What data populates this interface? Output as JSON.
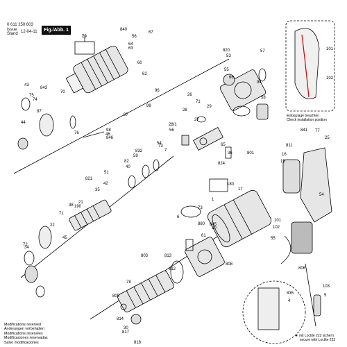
{
  "header": {
    "part_number": "0 611 250 603",
    "issue_label": "Issue",
    "stand_label": "Stand",
    "date": "12-04-11",
    "figure_label": "Fig./Abb. 1"
  },
  "callouts": [
    "10",
    "840",
    "56",
    "67",
    "64",
    "63",
    "60",
    "62",
    "43",
    "843",
    "70",
    "96",
    "75",
    "74",
    "87",
    "44",
    "99",
    "97",
    "98",
    "46",
    "846",
    "76",
    "820",
    "53",
    "57",
    "55",
    "94",
    "66",
    "58",
    "26",
    "71",
    "28",
    "29",
    "28/1",
    "27",
    "56",
    "65",
    "36",
    "824",
    "73",
    "832",
    "59",
    "82",
    "40",
    "54",
    "7",
    "801",
    "811",
    "16",
    "15",
    "841",
    "77",
    "25",
    "51",
    "821",
    "42",
    "35",
    "38",
    "71",
    "22",
    "45",
    "6",
    "1",
    "21",
    "190",
    "180",
    "17",
    "73",
    "101",
    "102",
    "72",
    "34",
    "806",
    "55",
    "845",
    "880",
    "813",
    "803",
    "812",
    "30",
    "808",
    "61",
    "54",
    "78",
    "835",
    "4",
    "103",
    "5",
    "805",
    "814",
    "30",
    "817",
    "818",
    "79"
  ],
  "inset_top": {
    "numbers": [
      "101",
      "102"
    ],
    "caption_line1": "Einbaulage beachten",
    "caption_line2": "Check installation position"
  },
  "inset_bottom": {
    "loctite_line1": "★ mit Loctite 222 sichern",
    "loctite_line2": "secure with Loctite 222"
  },
  "footer": {
    "lines": [
      "Modifications reserved",
      "Änderungen vorbehalten",
      "Modifications réservées",
      "Modificaciones reservadas",
      "Salvo modificaciones"
    ]
  }
}
